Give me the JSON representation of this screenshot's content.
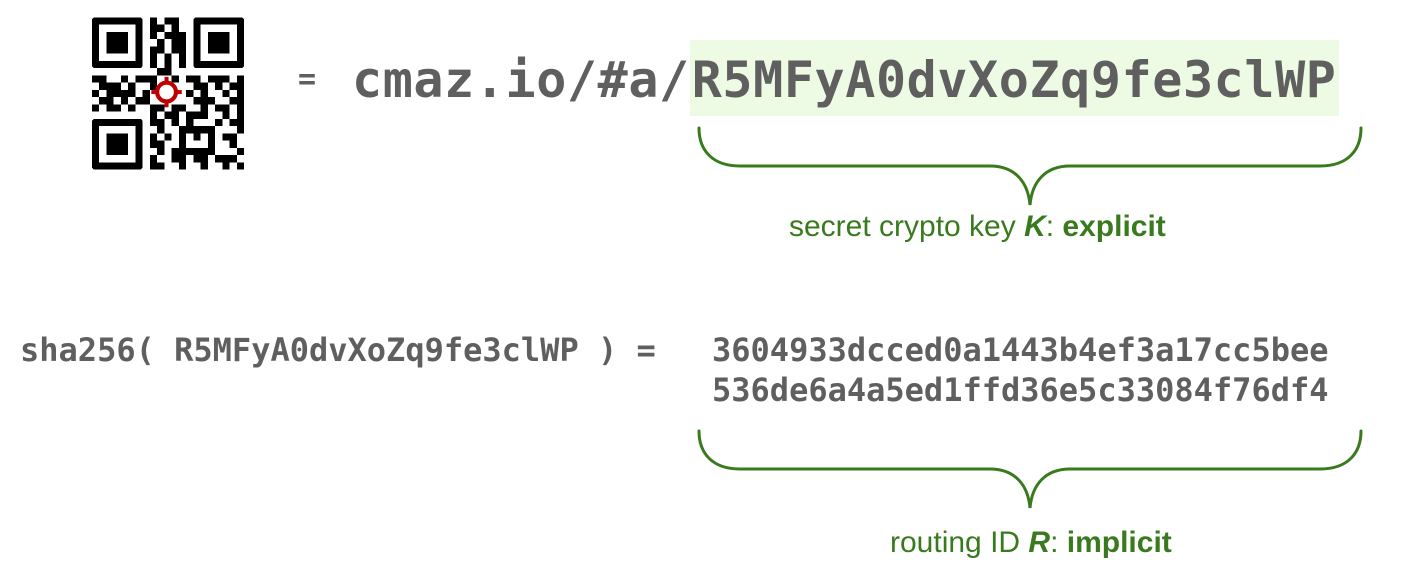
{
  "qr": {
    "icon": "qr-code-icon",
    "overlay_icon": "crosshair-target-icon",
    "overlay_color": "#c00000"
  },
  "url_line": {
    "equals": "=",
    "prefix": "cmaz.io/#a/",
    "key": "R5MFyA0dvXoZq9fe3clWP",
    "highlight_color": "#eefbe4"
  },
  "key_annotation": {
    "text_before": "secret crypto key ",
    "symbol": "K",
    "colon": ": ",
    "emphasis": "explicit",
    "color": "#3a7a1e"
  },
  "hash_line": {
    "expression": "sha256( R5MFyA0dvXoZq9fe3clWP ) =",
    "digest_line_1": "3604933dcced0a1443b4ef3a17cc5bee",
    "digest_line_2": "536de6a4a5ed1ffd36e5c33084f76df4"
  },
  "routing_annotation": {
    "text_before": "routing ID ",
    "symbol": "R",
    "colon": ": ",
    "emphasis": "implicit",
    "color": "#3a7a1e"
  },
  "colors": {
    "text_gray": "#5f5f5f",
    "brace_green": "#3a7a1e"
  }
}
